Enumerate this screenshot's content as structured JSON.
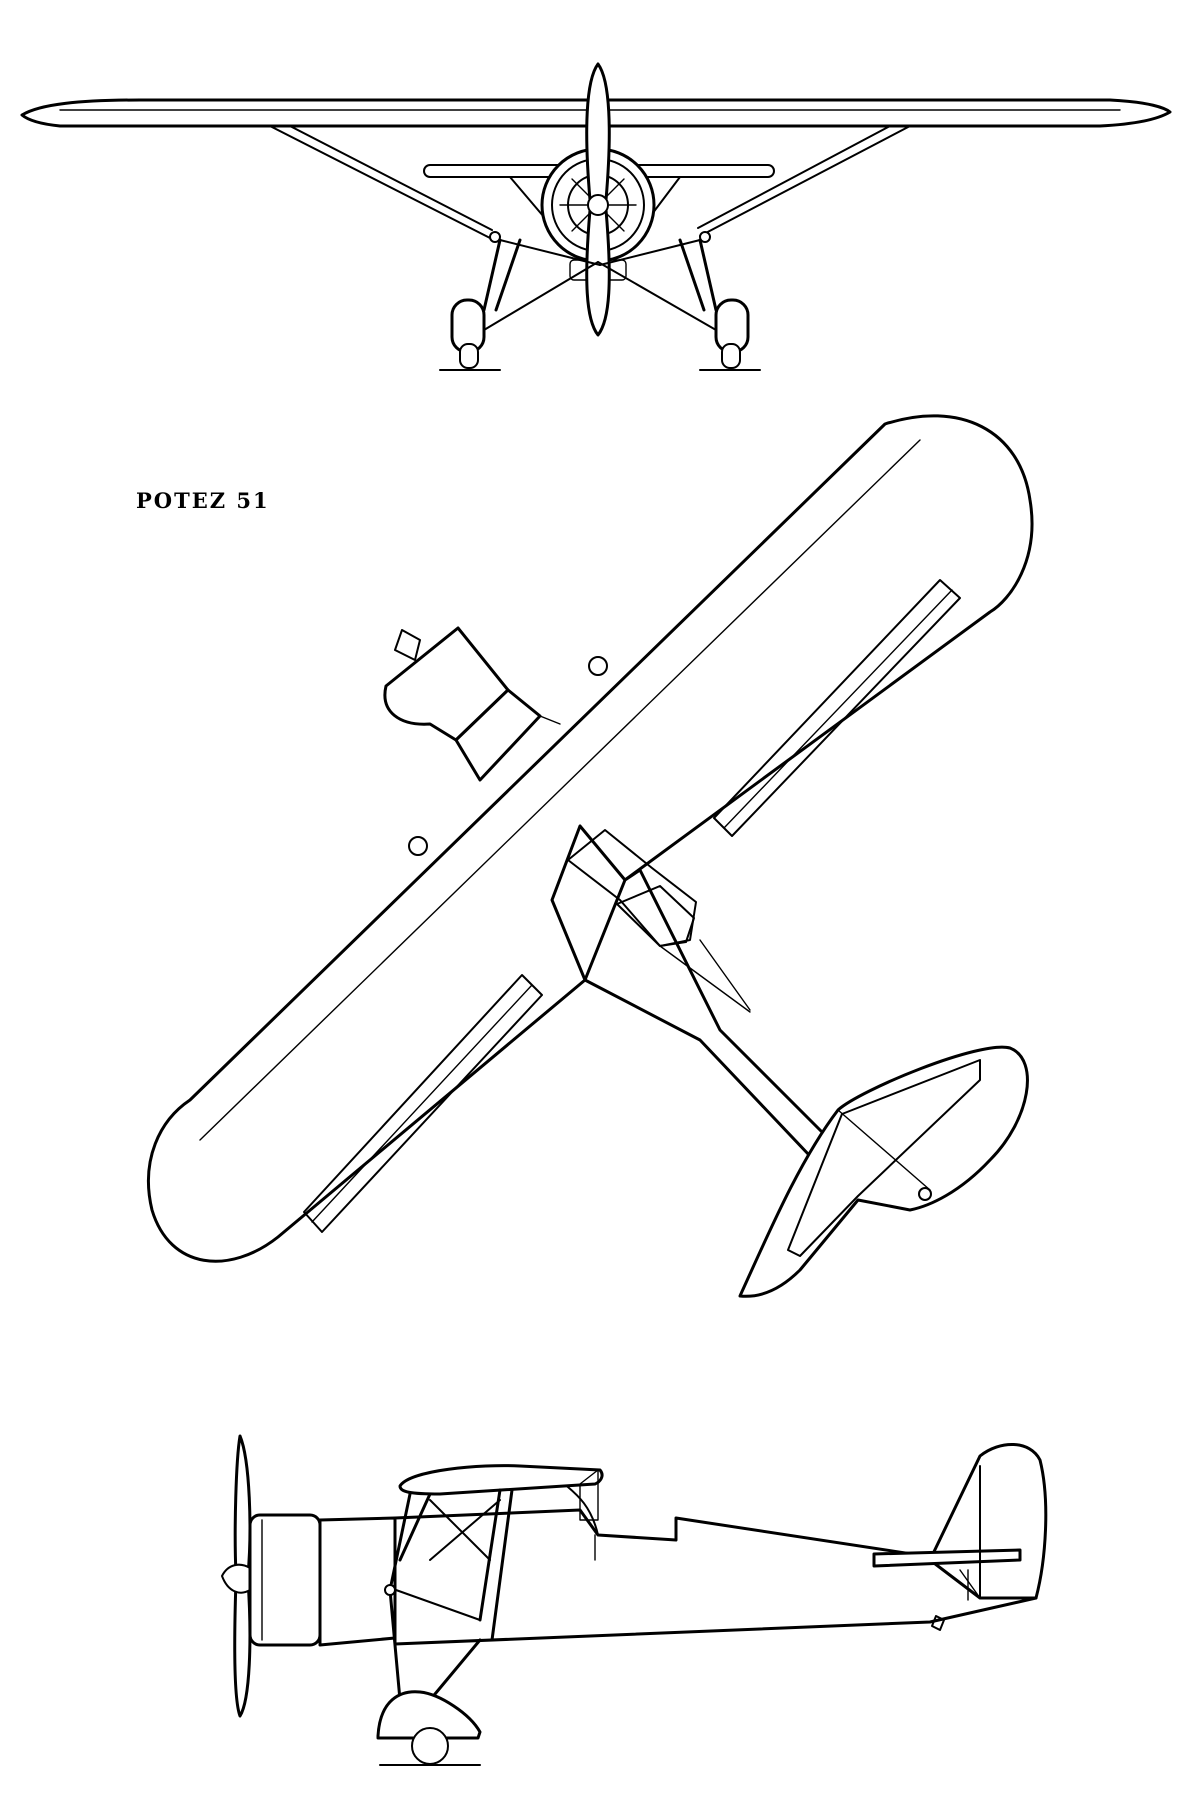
{
  "drawing": {
    "title": "POTEZ 51"
  },
  "views": {
    "front": "front-view",
    "top": "top-view",
    "side": "side-view"
  }
}
